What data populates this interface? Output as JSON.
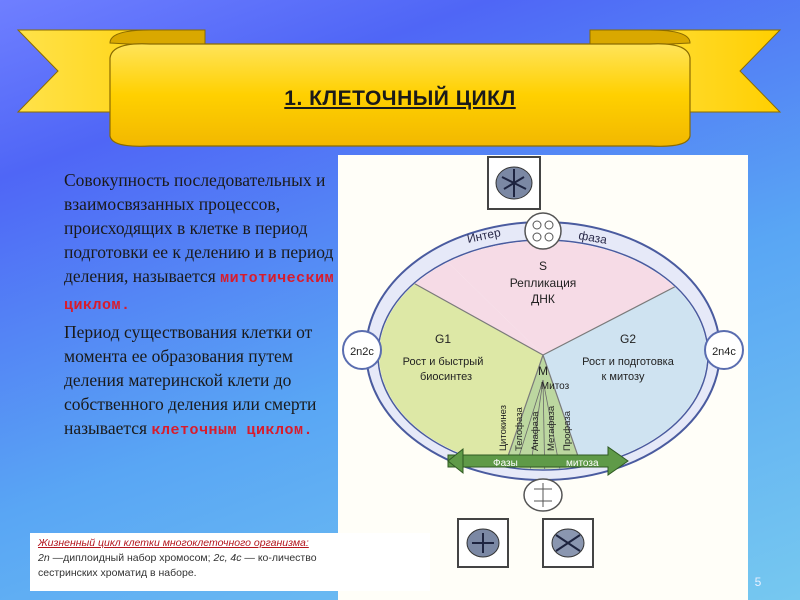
{
  "slide": {
    "title": "1. КЛЕТОЧНЫЙ ЦИКЛ",
    "paragraph1_text": "Совокупность последовательных и взаимосвязанных процессов, происходящих в клетке в период подготовки ее к делению и в период деления, называется",
    "paragraph1_term": "митотическим циклом.",
    "paragraph2_text": "Период существования клетки от момента ее образования путем деления материнской клети до собственного деления или смерти называется",
    "paragraph2_term": "клеточным циклом.",
    "page_number": "5"
  },
  "figure": {
    "label_interphase_left": "Интер",
    "label_interphase_right": "фаза",
    "s_phase": "S",
    "s_desc_line1": "Репликация",
    "s_desc_line2": "ДНК",
    "g1_phase": "G1",
    "g1_desc_line1": "Рост и быстрый",
    "g1_desc_line2": "биосинтез",
    "g2_phase": "G2",
    "g2_desc_line1": "Рост и подготовка",
    "g2_desc_line2": "к митозу",
    "m_phase": "M",
    "mitosis_wedge": "Митоз",
    "label_left_circle": "2n2c",
    "label_right_circle": "2n4c",
    "mitosis_phases": [
      "Цитокинез",
      "Телофаза",
      "Анафаза",
      "Метафаза",
      "Профаза"
    ],
    "bottom_arrow_left": "Фазы",
    "bottom_arrow_right": "митоза"
  },
  "caption": {
    "title": "Жизненный цикл клетки многоклеточного организма:",
    "line2_a": "2n",
    "line2_b": " —диплоидный набор хромосом; ",
    "line2_c": "2c, 4c",
    "line2_d": " — ко-личество",
    "line3": "сестринских хроматид в наборе."
  },
  "colors": {
    "banner_fill": "#ffd000",
    "s_sector": "#f6dbe6",
    "g1_sector": "#dde8a6",
    "g2_sector": "#cfe3f1",
    "ring": "#5a6db0",
    "mitosis_green": "#5f9a48",
    "term_red": "#d81c2c"
  }
}
